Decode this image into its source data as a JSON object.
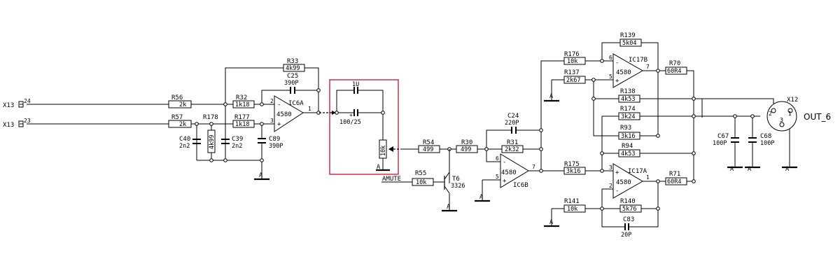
{
  "connectors": {
    "x13_24": {
      "name": "X13",
      "pin": "24"
    },
    "x13_23": {
      "name": "X13",
      "pin": "23"
    },
    "x12": {
      "name": "X12",
      "net": "OUT_6",
      "pin1": "1",
      "pin2": "2",
      "pin3": "3"
    }
  },
  "resistors": {
    "r56": {
      "ref": "R56",
      "value": "2k"
    },
    "r57": {
      "ref": "R57",
      "value": "2k"
    },
    "r32": {
      "ref": "R32",
      "value": "1k18"
    },
    "r177": {
      "ref": "R177",
      "value": "1k18"
    },
    "r178": {
      "ref": "R178",
      "value": "4k99"
    },
    "r33": {
      "ref": "R33",
      "value": "4k99"
    },
    "pot": {
      "value": "10k"
    },
    "r54": {
      "ref": "R54",
      "value": "499"
    },
    "r55": {
      "ref": "R55",
      "value": "10k"
    },
    "r30": {
      "ref": "R30",
      "value": "499"
    },
    "r31": {
      "ref": "R31",
      "value": "2k32"
    },
    "r176": {
      "ref": "R176",
      "value": "10k"
    },
    "r137": {
      "ref": "R137",
      "value": "2k67"
    },
    "r139": {
      "ref": "R139",
      "value": "5k04"
    },
    "r70": {
      "ref": "R70",
      "value": "60R4"
    },
    "r138": {
      "ref": "R138",
      "value": "4k53"
    },
    "r174": {
      "ref": "R174",
      "value": "3k24"
    },
    "r93": {
      "ref": "R93",
      "value": "3k16"
    },
    "r94": {
      "ref": "R94",
      "value": "4k53"
    },
    "r175": {
      "ref": "R175",
      "value": "3k16"
    },
    "r71": {
      "ref": "R71",
      "value": "60R4"
    },
    "r141": {
      "ref": "R141",
      "value": "10k"
    },
    "r140": {
      "ref": "R140",
      "value": "5k76"
    }
  },
  "capacitors": {
    "c40": {
      "ref": "C40",
      "value": "2n2"
    },
    "c39": {
      "ref": "C39",
      "value": "2n2"
    },
    "c89": {
      "ref": "C89",
      "value": "390P"
    },
    "c25": {
      "ref": "C25",
      "value": "390P"
    },
    "c_1u": {
      "value": "1U"
    },
    "c_100": {
      "value": "100/25"
    },
    "c24": {
      "ref": "C24",
      "value": "220P"
    },
    "c67": {
      "ref": "C67",
      "value": "100P"
    },
    "c68": {
      "ref": "C68",
      "value": "100P"
    },
    "c83": {
      "ref": "C83",
      "value": "20P"
    }
  },
  "opamps": {
    "ic6a": {
      "ref": "IC6A",
      "part": "4580",
      "pin_minus": "2",
      "pin_plus": "3",
      "pin_out": "1"
    },
    "ic6b": {
      "ref": "IC6B",
      "part": "4580",
      "pin_minus": "6",
      "pin_plus": "5",
      "pin_out": "7"
    },
    "ic17b": {
      "ref": "IC17B",
      "part": "4580",
      "pin_minus": "6",
      "pin_plus": "5",
      "pin_out": "7"
    },
    "ic17a": {
      "ref": "IC17A",
      "part": "4580",
      "pin_minus": "2",
      "pin_plus": "3",
      "pin_out": "1"
    }
  },
  "transistor": {
    "ref": "T6",
    "part": "3326"
  },
  "nets": {
    "amute": "AMUTE",
    "ground": "A"
  },
  "signs": {
    "minus": "-",
    "plus": "+"
  }
}
